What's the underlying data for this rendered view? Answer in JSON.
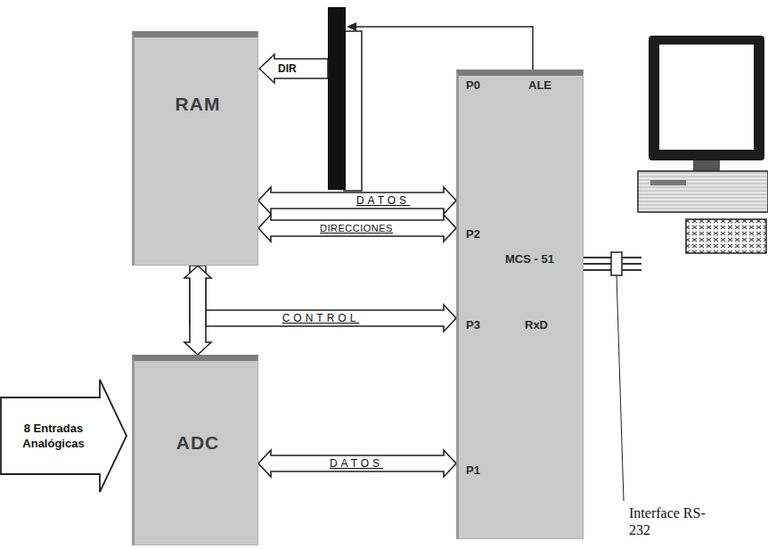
{
  "diagram": {
    "nodes": [
      {
        "text": [
          "RAM"
        ]
      },
      {
        "text": [
          "ADC"
        ]
      },
      {
        "text": [
          "P0",
          "ALE",
          "P2",
          "MCS - 51",
          "P3",
          "RxD",
          "P1"
        ]
      },
      {
        "text": [
          "8 Entradas Analógicas"
        ]
      }
    ],
    "edges": [
      {
        "from": 0,
        "to": 2,
        "arrow": "both",
        "label": "DATOS"
      },
      {
        "from": 0,
        "to": 2,
        "arrow": "both",
        "label": "DIRECCIONES"
      },
      {
        "from": 0,
        "to": 2,
        "arrow": "to",
        "label": "CONTROL"
      },
      {
        "from": 0,
        "to": 1,
        "arrow": "both"
      },
      {
        "from": 1,
        "to": 2,
        "arrow": "both",
        "label": "DATOS"
      }
    ],
    "labels": [
      "DIR",
      "Interface RS-232"
    ]
  }
}
